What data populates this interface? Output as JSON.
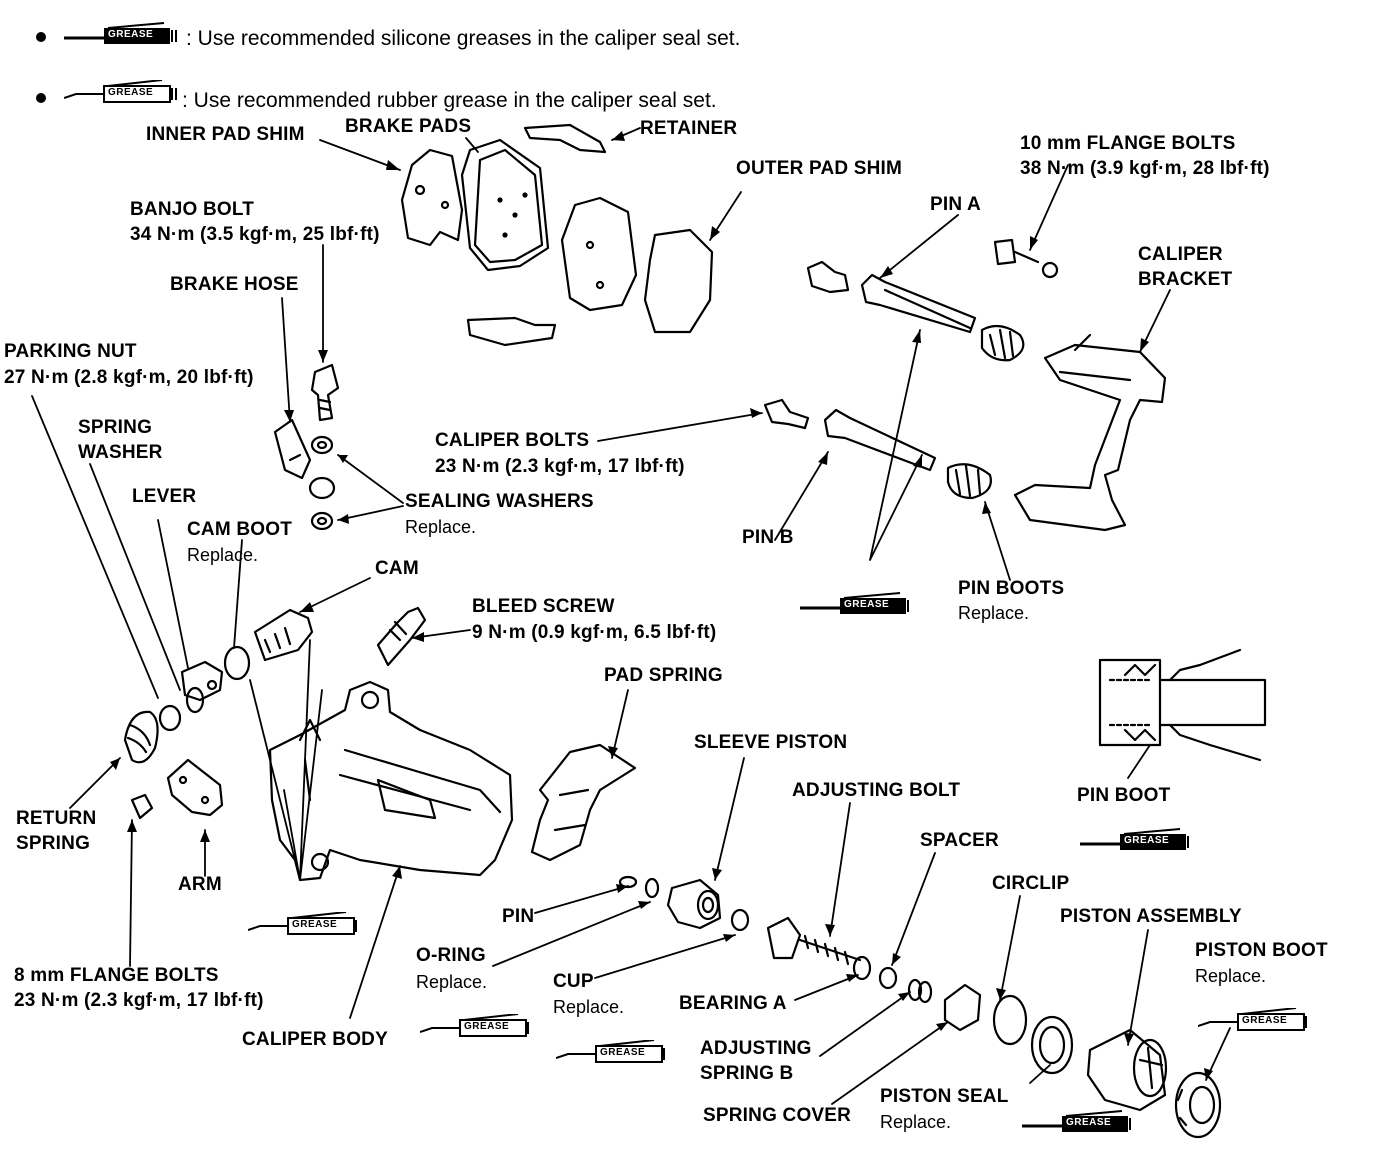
{
  "legend": [
    {
      "icon": "silicone-grease-icon",
      "text": ": Use recommended silicone greases in the caliper seal set.",
      "icon_label": "GREASE"
    },
    {
      "icon": "rubber-grease-icon",
      "text": ": Use recommended rubber grease in the caliper seal set.",
      "icon_label": "GREASE"
    }
  ],
  "grease_icon_label": "GREASE",
  "labels": {
    "inner_pad_shim": "INNER PAD SHIM",
    "brake_pads": "BRAKE PADS",
    "retainer": "RETAINER",
    "outer_pad_shim": "OUTER PAD SHIM",
    "flange_bolts_10": "10 mm FLANGE BOLTS",
    "flange_bolts_10_torque": "38 N·m (3.9 kgf·m, 28 lbf·ft)",
    "pin_a": "PIN A",
    "caliper_bracket_1": "CALIPER",
    "caliper_bracket_2": "BRACKET",
    "banjo_bolt": "BANJO BOLT",
    "banjo_bolt_torque": "34 N·m (3.5 kgf·m, 25 lbf·ft)",
    "brake_hose": "BRAKE HOSE",
    "parking_nut": "PARKING NUT",
    "parking_nut_torque": "27 N·m (2.8 kgf·m, 20 lbf·ft)",
    "spring_washer_1": "SPRING",
    "spring_washer_2": "WASHER",
    "lever": "LEVER",
    "cam_boot": "CAM BOOT",
    "cam_boot_note": "Replace.",
    "caliper_bolts": "CALIPER BOLTS",
    "caliper_bolts_torque": "23 N·m (2.3 kgf·m, 17 lbf·ft)",
    "sealing_washers": "SEALING WASHERS",
    "sealing_washers_note": "Replace.",
    "pin_b": "PIN B",
    "pin_boots": "PIN BOOTS",
    "pin_boots_note": "Replace.",
    "cam": "CAM",
    "bleed_screw": "BLEED SCREW",
    "bleed_screw_torque": "9 N·m (0.9 kgf·m, 6.5 lbf·ft)",
    "pad_spring": "PAD SPRING",
    "sleeve_piston": "SLEEVE PISTON",
    "adjusting_bolt": "ADJUSTING BOLT",
    "spacer": "SPACER",
    "pin_boot": "PIN BOOT",
    "return_spring_1": "RETURN",
    "return_spring_2": "SPRING",
    "arm": "ARM",
    "circlip": "CIRCLIP",
    "piston_assembly": "PISTON ASSEMBLY",
    "piston_boot": "PISTON BOOT",
    "piston_boot_note": "Replace.",
    "pin": "PIN",
    "o_ring": "O-RING",
    "o_ring_note": "Replace.",
    "cup": "CUP",
    "cup_note": "Replace.",
    "bearing_a": "BEARING A",
    "flange_bolts_8": "8 mm FLANGE BOLTS",
    "flange_bolts_8_torque": "23 N·m (2.3 kgf·m, 17 lbf·ft)",
    "caliper_body": "CALIPER BODY",
    "adjusting_spring_b_1": "ADJUSTING",
    "adjusting_spring_b_2": "SPRING B",
    "spring_cover": "SPRING COVER",
    "piston_seal": "PISTON SEAL",
    "piston_seal_note": "Replace."
  }
}
